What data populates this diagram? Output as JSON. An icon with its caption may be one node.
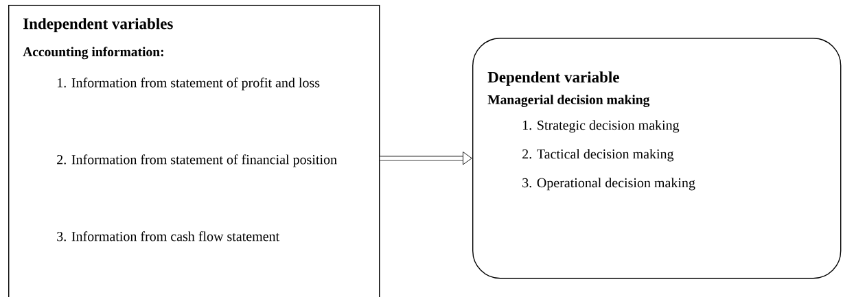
{
  "diagram": {
    "nodes": [
      {
        "text": [
          "Independent variables",
          "Accounting information:",
          "1. Information from statement of profit and loss",
          "2. Information from statement of financial position",
          "3. Information from cash flow statement"
        ]
      },
      {
        "text": [
          "Dependent variable",
          "Managerial decision making",
          "1. Strategic decision making",
          "2. Tactical decision making",
          "3. Operational decision making"
        ]
      }
    ],
    "edges": [
      {
        "from": 0,
        "to": 1,
        "arrow": "to"
      }
    ]
  }
}
